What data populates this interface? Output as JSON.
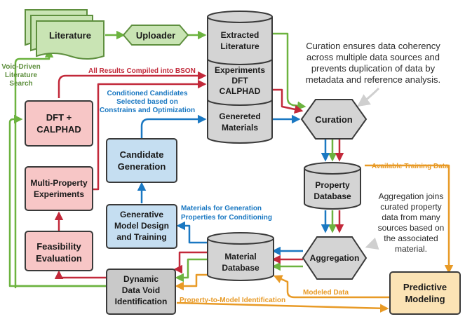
{
  "nodes": {
    "literature": {
      "label": "Literature"
    },
    "uploader": {
      "label": "Uploader"
    },
    "extracted_literature": {
      "lines": [
        "Extracted",
        "Literature"
      ]
    },
    "experiments_db": {
      "lines": [
        "Experiments",
        "DFT",
        "CALPHAD"
      ]
    },
    "generated_materials": {
      "lines": [
        "Genereted",
        "Materials"
      ]
    },
    "curation": {
      "label": "Curation"
    },
    "property_database": {
      "lines": [
        "Property",
        "Database"
      ]
    },
    "aggregation": {
      "label": "Aggregation"
    },
    "material_database": {
      "lines": [
        "Material",
        "Database"
      ]
    },
    "dft_calphad": {
      "lines": [
        "DFT +",
        "CALPHAD"
      ]
    },
    "multi_property": {
      "lines": [
        "Multi-Property",
        "Experiments"
      ]
    },
    "feasibility": {
      "lines": [
        "Feasibility",
        "Evaluation"
      ]
    },
    "candidate_generation": {
      "lines": [
        "Candidate",
        "Generation"
      ]
    },
    "generative_model": {
      "lines": [
        "Generative",
        "Model Design",
        "and Training"
      ]
    },
    "dynamic_void": {
      "lines": [
        "Dynamic",
        "Data Void",
        "Identification"
      ]
    },
    "predictive_modeling": {
      "lines": [
        "Predictive",
        "Modeling"
      ]
    }
  },
  "labels": {
    "void_driven": [
      "Void-Driven",
      "Literature",
      "Search"
    ],
    "all_results": "All Results Compiled into BSON",
    "conditioned": [
      "Conditioned Candidates",
      "Selected based on",
      "Constrains and Optimization"
    ],
    "available_training": "Available Training Data",
    "materials_for_gen": [
      "Materials for Generation",
      "Properties for Conditioning"
    ],
    "modeled_data": "Modeled Data",
    "property_to_model": "Property-to-Model Identification"
  },
  "annotations": {
    "curation_note": [
      "Curation ensures data coherency",
      "across multiple data sources and",
      "prevents duplication of data by",
      "metadata and reference analysis."
    ],
    "aggregation_note": [
      "Aggregation joins",
      "curated property",
      "data from many",
      "sources based on",
      "the associated",
      "material."
    ]
  },
  "colors": {
    "green_fill": "#c9e4b4",
    "green_stroke": "#5e8f3e",
    "green_arrow": "#6cb33f",
    "red_fill": "#f7c6c6",
    "red_arrow": "#c2293a",
    "blue_fill": "#c5def1",
    "blue_arrow": "#1a78c2",
    "orange_fill": "#fbe3b5",
    "orange_arrow": "#e89a26",
    "gray_fill": "#d4d4d4",
    "gray_stroke": "#3a3a3a"
  }
}
